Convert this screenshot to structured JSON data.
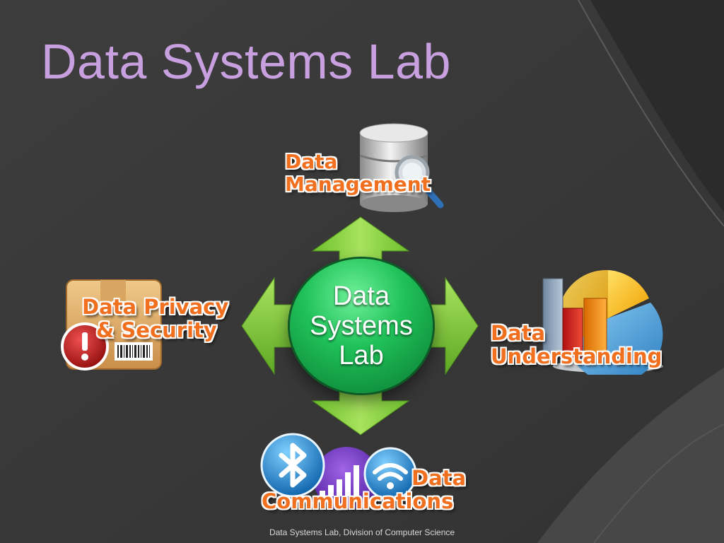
{
  "slide": {
    "title": "Data Systems Lab",
    "footer": "Data Systems Lab, Division of Computer Science"
  },
  "hub": {
    "line1": "Data",
    "line2": "Systems",
    "line3": "Lab"
  },
  "nodes": {
    "management": {
      "line1": "Data",
      "line2": "Management",
      "icon": "database-icon"
    },
    "privacy": {
      "line1": "Data Privacy",
      "line2": "& Security",
      "icon": "package-warning-icon"
    },
    "understanding": {
      "line1": "Data",
      "line2": "Understanding",
      "icon": "chart-icon"
    },
    "communications": {
      "line1": "Data",
      "line2": "Communications",
      "icons": [
        "bluetooth-icon",
        "signal-bars-icon",
        "wifi-icon"
      ]
    }
  },
  "colors": {
    "background": "#3a3a3a",
    "title": "#c8a0e0",
    "hub": "#20c25a",
    "arrows": "#8ed14a",
    "labels": "#f07020"
  }
}
